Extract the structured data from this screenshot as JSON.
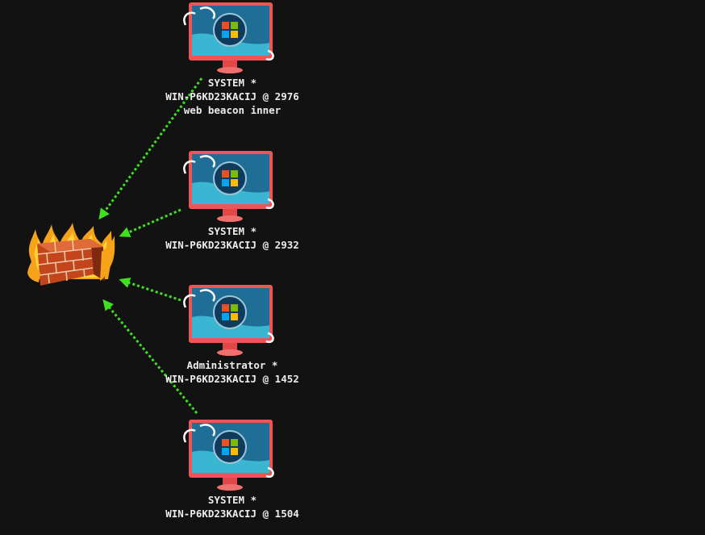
{
  "graph": {
    "background": "#121212",
    "link_color": "#3fe01e",
    "firewall": {
      "icon": "firewall-icon"
    },
    "sessions": [
      {
        "icon": "windows-computer-icon",
        "user": "SYSTEM *",
        "host_pid": "WIN-P6KD23KACIJ @ 2976",
        "note": "web beacon inner"
      },
      {
        "icon": "windows-computer-icon",
        "user": "SYSTEM *",
        "host_pid": "WIN-P6KD23KACIJ @ 2932",
        "note": ""
      },
      {
        "icon": "windows-computer-icon",
        "user": "Administrator *",
        "host_pid": "WIN-P6KD23KACIJ @ 1452",
        "note": ""
      },
      {
        "icon": "windows-computer-icon",
        "user": "SYSTEM *",
        "host_pid": "WIN-P6KD23KACIJ @ 1504",
        "note": ""
      }
    ]
  }
}
